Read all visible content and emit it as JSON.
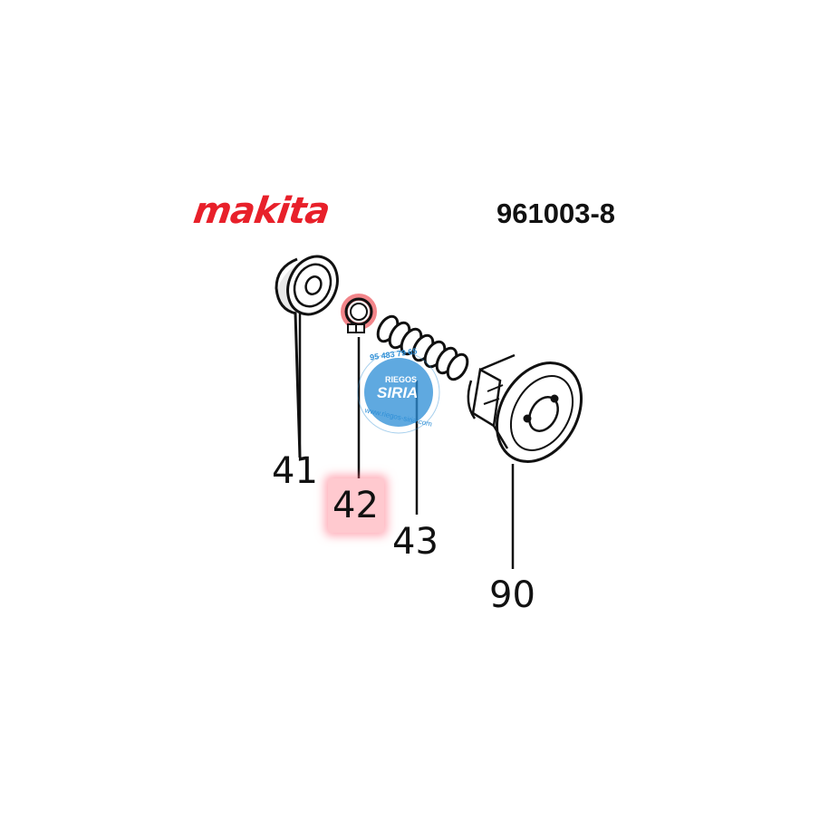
{
  "brand": {
    "name": "makita",
    "color": "#e8202a"
  },
  "part_number": "961003-8",
  "highlight_color": "#e8202a",
  "parts": [
    {
      "number": "41",
      "name_hint": "ball-bearing"
    },
    {
      "number": "42",
      "name_hint": "retaining-ring",
      "highlighted": true
    },
    {
      "number": "43",
      "name_hint": "compression-spring"
    },
    {
      "number": "90",
      "name_hint": "spindle-gear"
    }
  ],
  "watermark": {
    "phone": "95 483 79 65",
    "brand_top": "RIEGOS",
    "brand_main": "SIRIA",
    "url": "www.riegos-siria.com",
    "color": "#2f8fd6"
  }
}
